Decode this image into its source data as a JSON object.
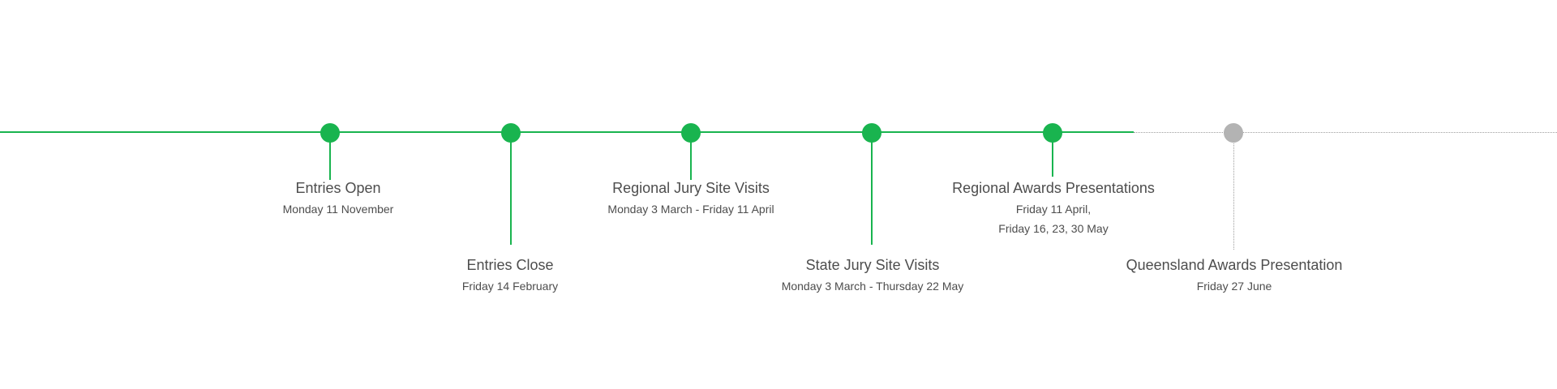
{
  "colors": {
    "completed": "#19b44f",
    "upcoming": "#b3b3b3",
    "text": "#4d4d4d"
  },
  "milestones": [
    {
      "title": "Entries Open",
      "date": "Monday 11 November",
      "status": "completed"
    },
    {
      "title": "Entries Close",
      "date": "Friday 14 February",
      "status": "completed"
    },
    {
      "title": "Regional Jury Site Visits",
      "date": "Monday 3 March - Friday 11 April",
      "status": "completed"
    },
    {
      "title": "State Jury Site Visits",
      "date": "Monday 3 March - Thursday 22 May",
      "status": "completed"
    },
    {
      "title": "Regional Awards Presentations",
      "date": "Friday 11 April,",
      "date_line2": "Friday 16, 23, 30 May",
      "status": "completed"
    },
    {
      "title": "Queensland Awards Presentation",
      "date": "Friday 27 June",
      "status": "upcoming"
    }
  ]
}
